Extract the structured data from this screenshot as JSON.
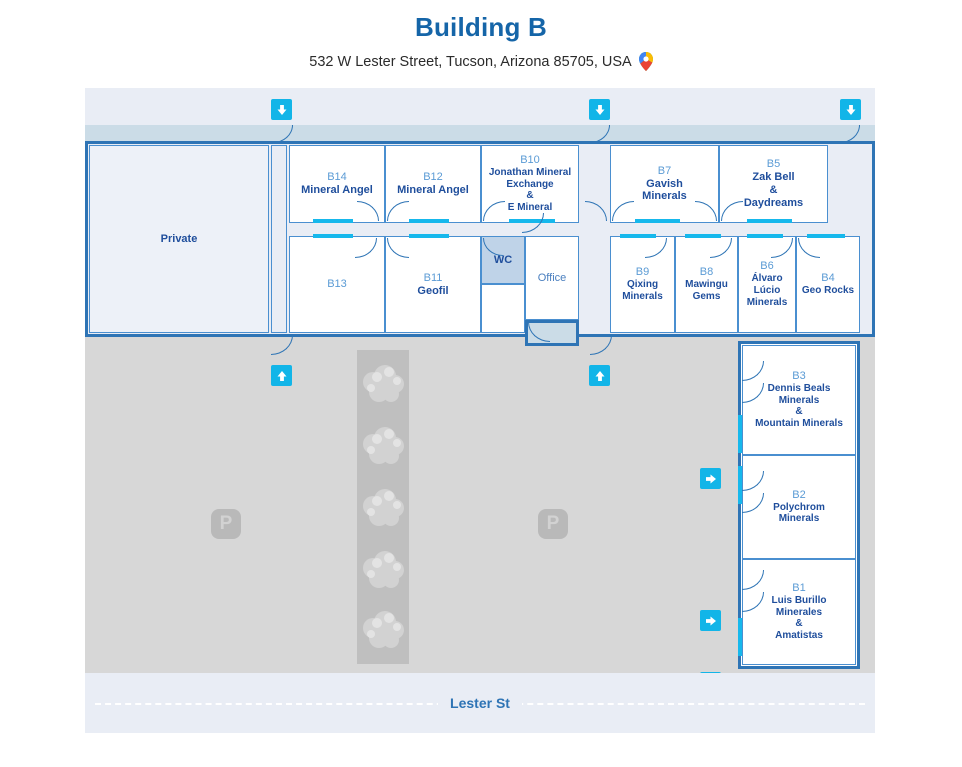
{
  "header": {
    "title": "Building B",
    "address": "532 W Lester Street, Tucson, Arizona 85705, USA",
    "map_pin_icon": "map-pin-icon"
  },
  "map": {
    "street_label": "Lester St",
    "private_label": "Private",
    "wc_label": "WC",
    "office_label": "Office",
    "parking_marker": "P",
    "colors": {
      "wall": "#2E74B5",
      "room_border": "#4A8FD0",
      "window": "#16B8EC",
      "entrance_badge": "#12B5E8",
      "code_text": "#5B9BD5",
      "name_text": "#1F4E9C",
      "title_text": "#1565A8",
      "asphalt": "#D7D7D7",
      "sidewalk": "#CBDCE7",
      "background": "#E9EDF5"
    },
    "rooms": [
      {
        "code": "B14",
        "name": "Mineral Angel"
      },
      {
        "code": "B12",
        "name": "Mineral Angel"
      },
      {
        "code": "B10",
        "name": "Jonathan Mineral Exchange & E Mineral"
      },
      {
        "code": "B7",
        "name": "Gavish Minerals"
      },
      {
        "code": "B5",
        "name": "Zak Bell & Daydreams"
      },
      {
        "code": "B13",
        "name": ""
      },
      {
        "code": "B11",
        "name": "Geofil"
      },
      {
        "code": "B9",
        "name": "Qixing Minerals"
      },
      {
        "code": "B8",
        "name": "Mawingu Gems"
      },
      {
        "code": "B6",
        "name": "Álvaro Lúcio Minerals"
      },
      {
        "code": "B4",
        "name": "Geo Rocks"
      },
      {
        "code": "B3",
        "name": "Dennis Beals Minerals & Mountain Minerals"
      },
      {
        "code": "B2",
        "name": "Polychrom Minerals"
      },
      {
        "code": "B1",
        "name": "Luis Burillo Minerales & Amatistas"
      }
    ],
    "room_lines": {
      "B10": [
        "Jonathan Mineral",
        "Exchange",
        "&",
        "E Mineral"
      ],
      "B5": [
        "Zak Bell",
        "&",
        "Daydreams"
      ],
      "B7": [
        "Gavish",
        "Minerals"
      ],
      "B9": [
        "Qixing",
        "Minerals"
      ],
      "B8": [
        "Mawingu",
        "Gems"
      ],
      "B6": [
        "Álvaro",
        "Lúcio",
        "Minerals"
      ],
      "B4": [
        "Geo Rocks"
      ],
      "B3": [
        "Dennis Beals",
        "Minerals",
        "&",
        "Mountain Minerals"
      ],
      "B2": [
        "Polychrom",
        "Minerals"
      ],
      "B1": [
        "Luis Burillo",
        "Minerales",
        "&",
        "Amatistas"
      ],
      "B14": [
        "Mineral Angel"
      ],
      "B12": [
        "Mineral Angel"
      ],
      "B11": [
        "Geofil"
      ]
    },
    "entrances": [
      {
        "id": "top-left",
        "icon": "arrow-down-icon"
      },
      {
        "id": "top-mid",
        "icon": "arrow-down-icon"
      },
      {
        "id": "top-right",
        "icon": "arrow-down-icon"
      },
      {
        "id": "mid-left",
        "icon": "arrow-up-icon"
      },
      {
        "id": "mid-center",
        "icon": "arrow-up-icon"
      },
      {
        "id": "right-b3",
        "icon": "arrow-right-icon"
      },
      {
        "id": "right-b2",
        "icon": "arrow-right-icon"
      },
      {
        "id": "right-b1",
        "icon": "arrow-right-icon"
      }
    ]
  }
}
